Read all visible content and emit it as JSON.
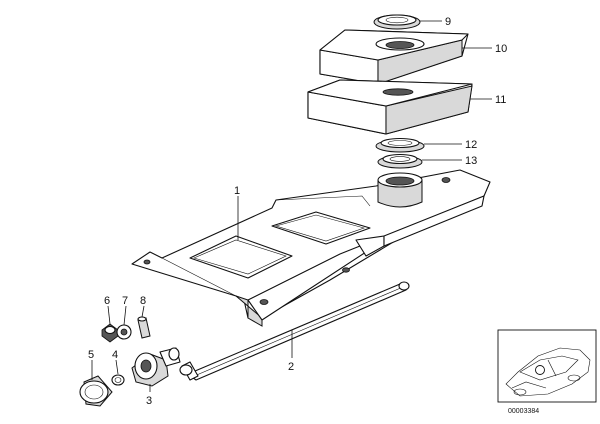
{
  "callouts": {
    "p1": "1",
    "p2": "2",
    "p3": "3",
    "p4": "4",
    "p5": "5",
    "p6": "6",
    "p7": "7",
    "p8": "8",
    "p9": "9",
    "p10": "10",
    "p11": "11",
    "p12": "12",
    "p13": "13"
  },
  "inset": {
    "image_code": "00003384"
  }
}
